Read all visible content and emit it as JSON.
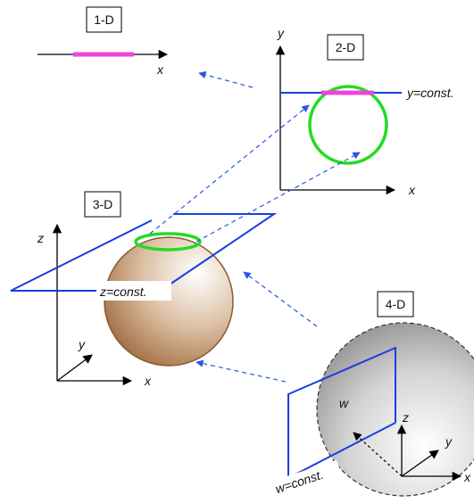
{
  "panels": {
    "one_d": {
      "title": "1-D",
      "x_axis": "x"
    },
    "two_d": {
      "title": "2-D",
      "x_axis": "x",
      "y_axis": "y",
      "slice_label": "y=const."
    },
    "three_d": {
      "title": "3-D",
      "x_axis": "x",
      "y_axis": "y",
      "z_axis": "z",
      "slice_label": "z=const."
    },
    "four_d": {
      "title": "4-D",
      "x_axis": "x",
      "y_axis": "y",
      "z_axis": "z",
      "w_axis": "w",
      "slice_label": "w=const."
    }
  },
  "colors": {
    "slice_plane": "#1a3de0",
    "circle": "#22dd22",
    "segment": "#ee44dd",
    "arrow": "#2a55e6",
    "axis": "#000000",
    "sphere_3d": "#b98352",
    "sphere_4d": "#9a9a9a"
  }
}
